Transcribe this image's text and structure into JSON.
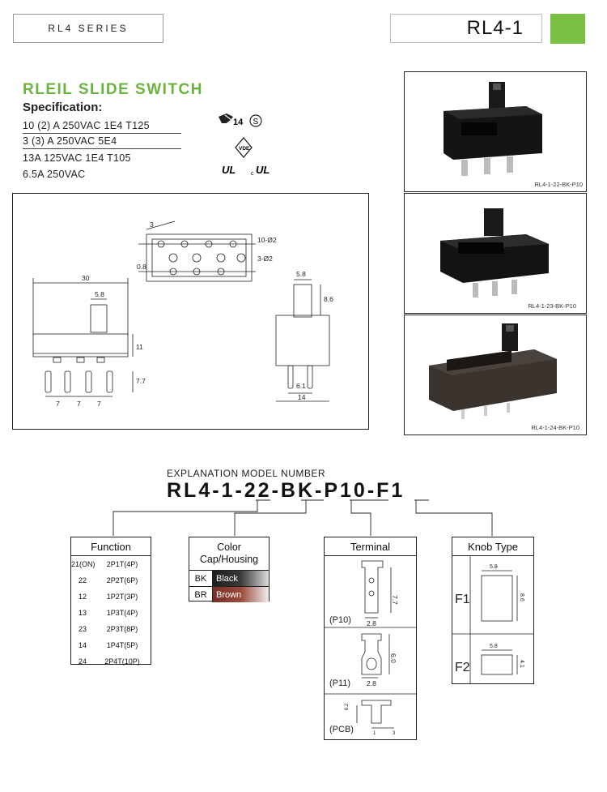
{
  "header": {
    "series": "RL4 SERIES",
    "model": "RL4-1",
    "accent_color": "#7ac143"
  },
  "spec": {
    "title": "RLEIL SLIDE SWITCH",
    "heading": "Specification:",
    "lines": [
      "10 (2) A 250VAC  1E4 T125",
      "3 (3) A 250VAC  5E4",
      "13A  125VAC 1E4 T105",
      "6.5A 250VAC"
    ],
    "cert_marks": {
      "enec_number": "14",
      "s_mark": "S",
      "vde": "VDE",
      "ul": "UL",
      "cul_prefix": "c"
    }
  },
  "photos": [
    {
      "caption": "RL4-1-22-BK-P10"
    },
    {
      "caption": "RL4-1-23-BK-P10"
    },
    {
      "caption": "RL4-1-24-BK-P10"
    }
  ],
  "drawing": {
    "dims": {
      "top_3": "3",
      "hole_10": "10-Ø2",
      "hole_3": "3-Ø2",
      "d_08": "0.8",
      "w30": "30",
      "k58": "5.8",
      "h11": "11",
      "p77": "7.7",
      "p7a": "7",
      "p7b": "7",
      "p7c": "7",
      "s58": "5.8",
      "s86": "8.6",
      "s61": "6.1",
      "s14": "14"
    }
  },
  "explanation": {
    "heading": "EXPLANATION MODEL NUMBER",
    "code": "RL4-1-22-BK-P10-F1"
  },
  "function_panel": {
    "title": "Function",
    "rows": [
      {
        "code": "21(ON)",
        "desc": "2P1T(4P)"
      },
      {
        "code": "22",
        "desc": "2P2T(6P)"
      },
      {
        "code": "12",
        "desc": "1P2T(3P)"
      },
      {
        "code": "13",
        "desc": "1P3T(4P)"
      },
      {
        "code": "23",
        "desc": "2P3T(8P)"
      },
      {
        "code": "14",
        "desc": "1P4T(5P)"
      },
      {
        "code": "24",
        "desc": "2P4T(10P)"
      }
    ]
  },
  "color_panel": {
    "title_line1": "Color",
    "title_line2": "Cap/Housing",
    "rows": [
      {
        "code": "BK",
        "name": "Black",
        "swatch": "#2a2a2a"
      },
      {
        "code": "BR",
        "name": "Brown",
        "swatch": "#8a3a2e"
      }
    ]
  },
  "terminal_panel": {
    "title": "Terminal",
    "items": [
      {
        "label": "(P10)",
        "w": "2.8",
        "h": "7.7"
      },
      {
        "label": "(P11)",
        "w": "2.8",
        "h": "6.0"
      },
      {
        "label": "(PCB)",
        "w": "1",
        "h": "6.2",
        "w2": "3"
      }
    ]
  },
  "knob_panel": {
    "title": "Knob Type",
    "items": [
      {
        "label": "F1",
        "w": "5.8",
        "h": "8.6"
      },
      {
        "label": "F2",
        "w": "5.8",
        "h": "4.1"
      }
    ]
  }
}
